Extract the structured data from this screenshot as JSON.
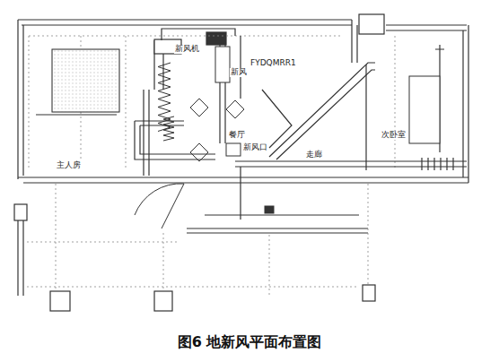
{
  "diagram": {
    "caption": "图6 地新风平面布置图",
    "labels": [
      "新风机",
      "FYDQMRR1",
      "新风",
      "主人房",
      "餐厅",
      "新风口",
      "走廊",
      "次卧室"
    ]
  }
}
